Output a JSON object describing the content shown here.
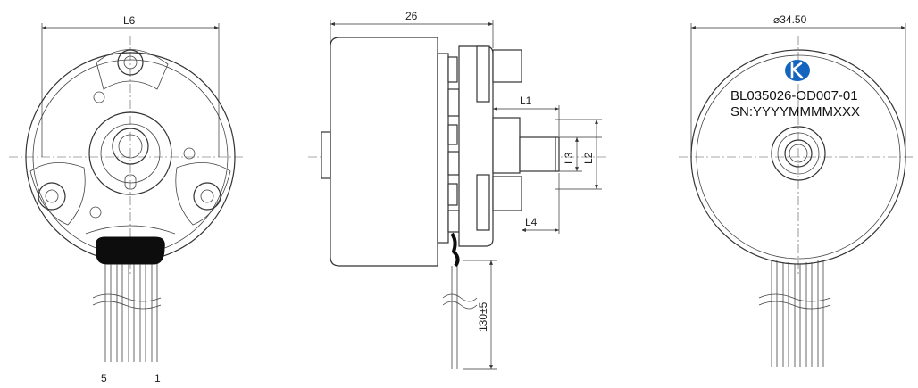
{
  "front_view": {
    "dim_width_label": "L6",
    "pin_first_label": "5",
    "pin_last_label": "1"
  },
  "side_view": {
    "dim_length_label": "26",
    "dim_L1": "L1",
    "dim_L2": "L2",
    "dim_L3": "L3",
    "dim_L4": "L4",
    "dim_lead_length": "130±5"
  },
  "back_view": {
    "dim_diameter_label": "⌀34.50",
    "part_number": "BL035026-OD007-01",
    "serial_number": "SN:YYYYMMMMXXX",
    "logo_icon": "k-logo-icon",
    "logo_color": "#1565c0"
  }
}
